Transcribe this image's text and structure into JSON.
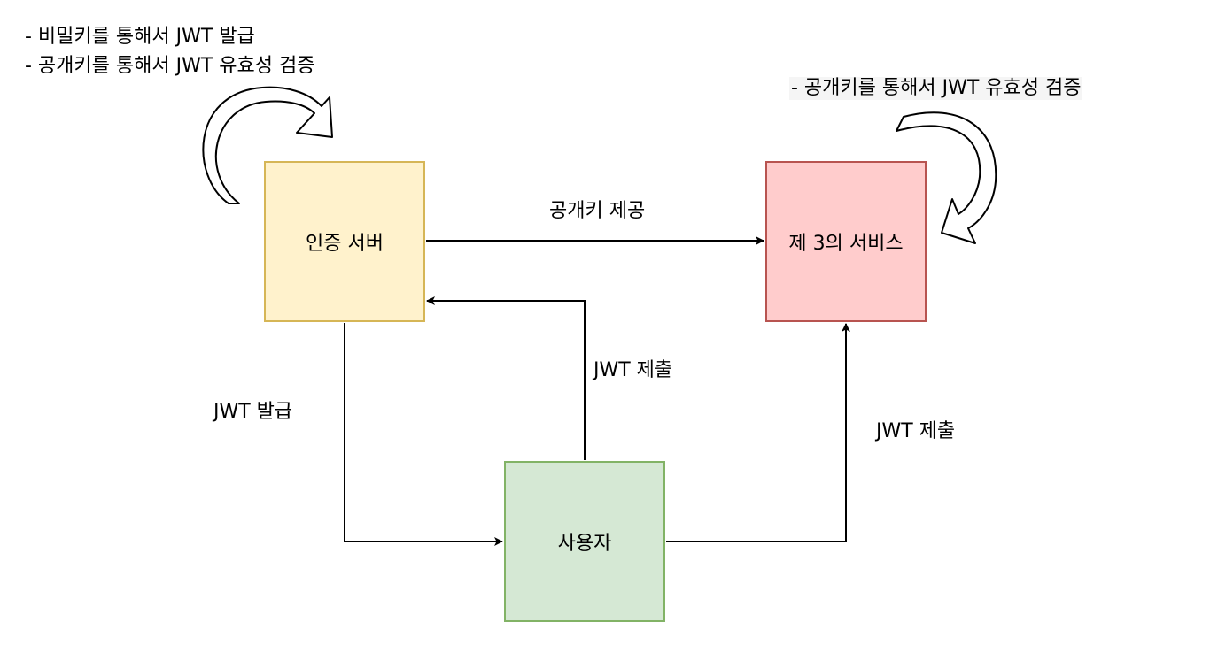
{
  "nodes": {
    "auth_server": "인증 서버",
    "third_party": "제 3의 서비스",
    "user": "사용자"
  },
  "notes": {
    "auth_line1": "- 비밀키를 통해서 JWT 발급",
    "auth_line2": "- 공개키를 통해서 JWT 유효성 검증",
    "third_line1": "- 공개키를 통해서 JWT 유효성 검증"
  },
  "edges": {
    "auth_to_third": "공개키 제공",
    "auth_to_user": "JWT 발급",
    "user_to_auth": "JWT 제출",
    "user_to_third": "JWT 제출"
  },
  "colors": {
    "auth_fill": "#fff2cc",
    "auth_stroke": "#d6b656",
    "third_fill": "#ffcccc",
    "third_stroke": "#b85450",
    "user_fill": "#d5e8d4",
    "user_stroke": "#82b366"
  }
}
